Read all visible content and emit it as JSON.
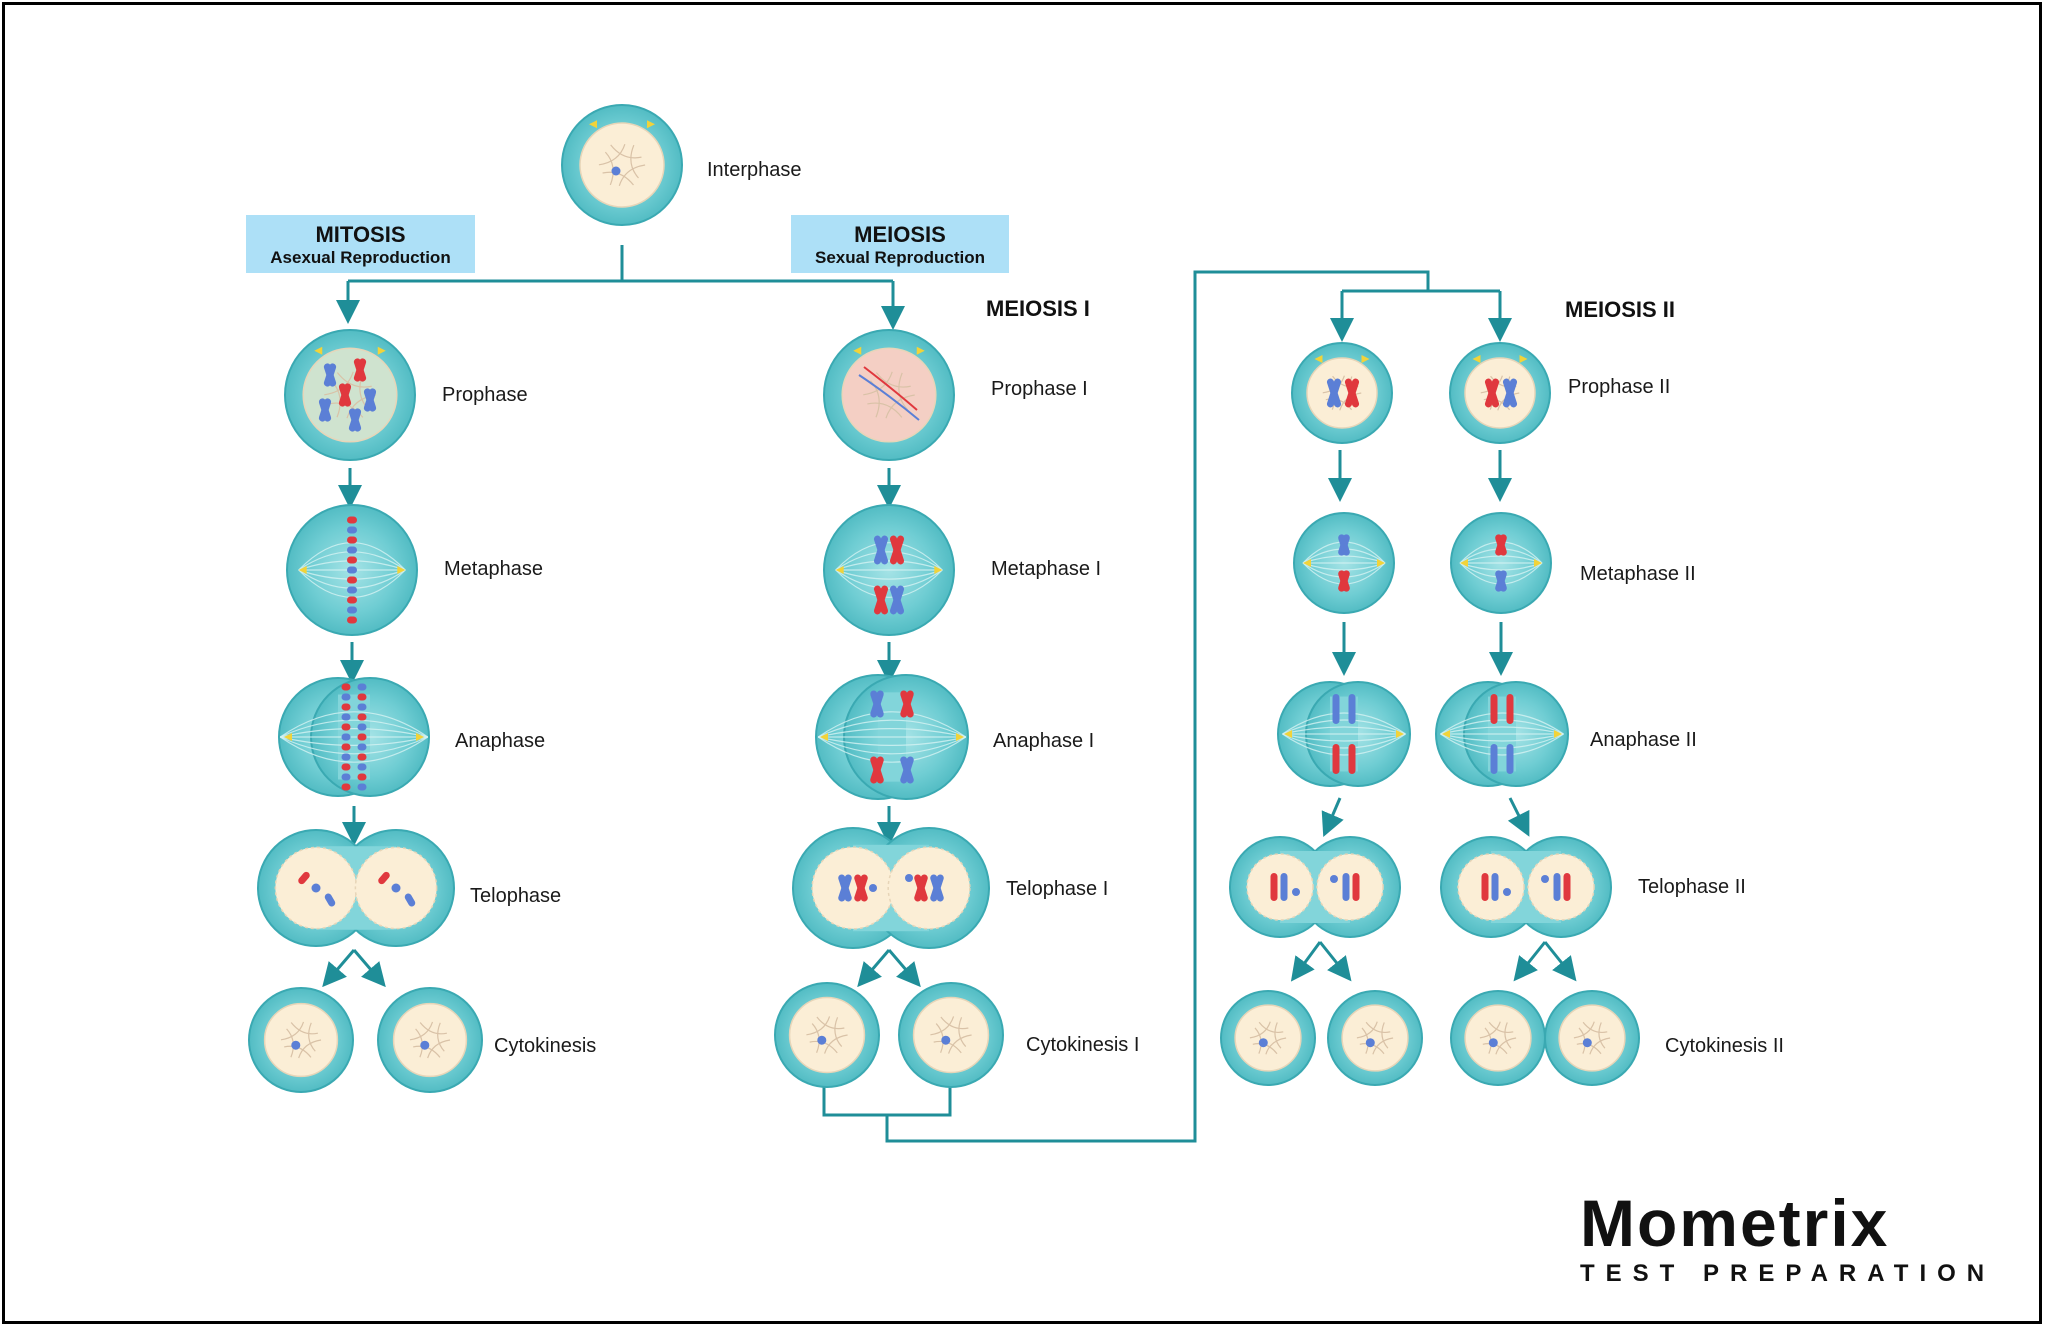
{
  "labels": {
    "interphase": "Interphase",
    "mitosis": {
      "prophase": "Prophase",
      "metaphase": "Metaphase",
      "anaphase": "Anaphase",
      "telophase": "Telophase",
      "cytokinesis": "Cytokinesis"
    },
    "meiosis1": {
      "prophase": "Prophase  I",
      "metaphase": "Metaphase I",
      "anaphase": "Anaphase I",
      "telophase": "Telophase I",
      "cytokinesis": "Cytokinesis I"
    },
    "meiosis2": {
      "prophase": "Prophase  II",
      "metaphase": "Metaphase  II",
      "anaphase": "Anaphase II",
      "telophase": "Telophase II",
      "cytokinesis": "Cytokinesis II"
    }
  },
  "headers": {
    "mitosis_title": "MITOSIS",
    "mitosis_subtitle": "Asexual Reproduction",
    "meiosis_title": "MEIOSIS",
    "meiosis_subtitle": "Sexual Reproduction",
    "meiosis1": "MEIOSIS I",
    "meiosis2": "MEIOSIS II"
  },
  "logo": {
    "name": "Mometrix",
    "tagline": "TEST PREPARATION"
  },
  "colors": {
    "cell": "#5cc4cb",
    "cell_edge": "#3aa9b2",
    "nucleus": "#fbeed6",
    "connector": "#1f8e98",
    "chromosome_red": "#e0383e",
    "chromosome_blue": "#5b7fd6",
    "centrosome": "#f1d33a",
    "label_box": "#ade0f7"
  }
}
